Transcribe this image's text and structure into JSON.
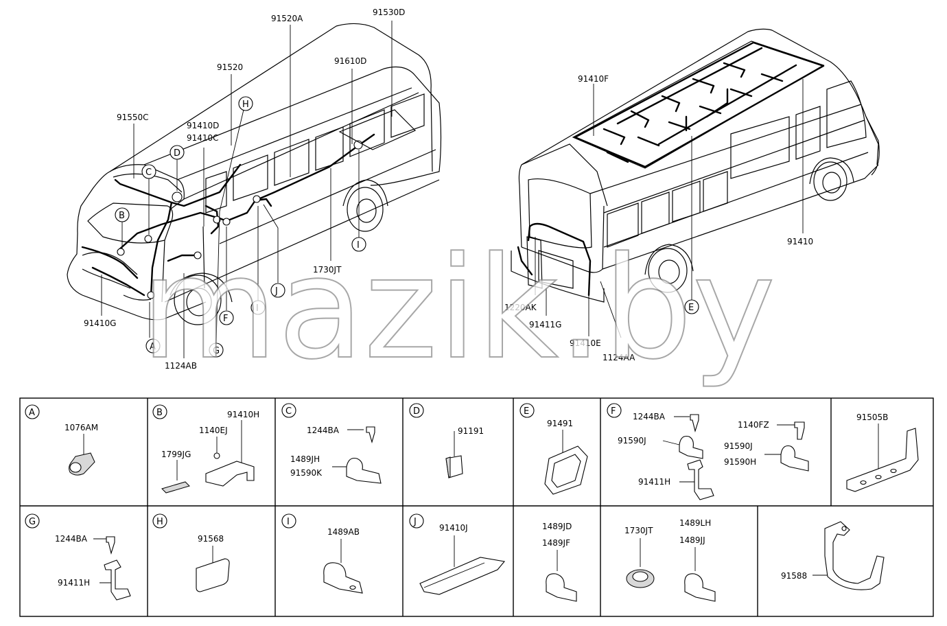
{
  "watermark": "mazik.by",
  "van_front": {
    "labels": [
      "91530D",
      "91520A",
      "91610D",
      "91520",
      "91550C",
      "91410D",
      "91410C",
      "1730JT",
      "91410G",
      "1124AB"
    ],
    "markers": [
      "D",
      "C",
      "B",
      "A",
      "H",
      "I",
      "J",
      "F",
      "G",
      "I"
    ]
  },
  "van_rear": {
    "labels": [
      "91410F",
      "91410",
      "1220AK",
      "91411G",
      "91410E",
      "1124AA"
    ],
    "markers": [
      "E"
    ]
  },
  "panels": [
    {
      "letter": "A",
      "parts": [
        "1076AM"
      ]
    },
    {
      "letter": "B",
      "parts": [
        "91410H",
        "1140EJ",
        "1799JG"
      ]
    },
    {
      "letter": "C",
      "parts": [
        "1244BA",
        "1489JH",
        "91590K"
      ]
    },
    {
      "letter": "D",
      "parts": [
        "91191"
      ]
    },
    {
      "letter": "E",
      "parts": [
        "91491"
      ]
    },
    {
      "letter": "F",
      "parts": [
        "1244BA",
        "1140FZ",
        "91590J",
        "91590J",
        "91590H",
        "91411H"
      ]
    },
    {
      "letter": "",
      "parts": [
        "91505B"
      ]
    },
    {
      "letter": "G",
      "parts": [
        "1244BA",
        "91411H"
      ]
    },
    {
      "letter": "H",
      "parts": [
        "91568"
      ]
    },
    {
      "letter": "I",
      "parts": [
        "1489AB"
      ]
    },
    {
      "letter": "J",
      "parts": [
        "91410J"
      ]
    },
    {
      "letter": "",
      "parts": [
        "1489JD",
        "1489JF"
      ]
    },
    {
      "letter": "",
      "parts": [
        "1730JT",
        "1489LH",
        "1489JJ"
      ]
    },
    {
      "letter": "",
      "parts": [
        "91588"
      ]
    }
  ]
}
